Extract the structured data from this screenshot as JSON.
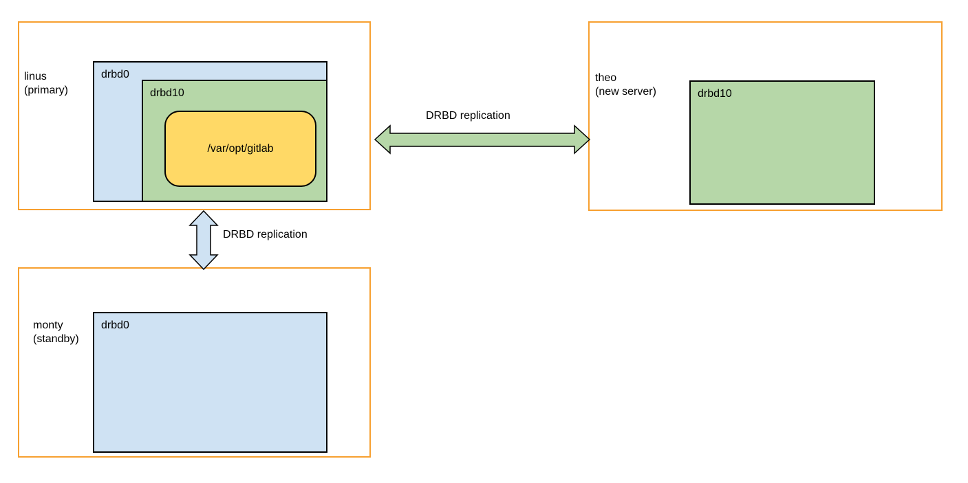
{
  "servers": {
    "linus": {
      "label": "linus\n(primary)"
    },
    "theo": {
      "label": "theo\n(new server)"
    },
    "monty": {
      "label": "monty\n(standby)"
    }
  },
  "volumes": {
    "linus_drbd0": "drbd0",
    "linus_drbd10": "drbd10",
    "theo_drbd10": "drbd10",
    "monty_drbd0": "drbd0"
  },
  "folder": {
    "label": "/var/opt/gitlab"
  },
  "replication": {
    "horizontal_label": "DRBD replication",
    "vertical_label": "DRBD replication"
  },
  "colors": {
    "server_border": "#f7a030",
    "drbd0_fill": "#cfe2f3",
    "drbd10_fill": "#b6d7a8",
    "folder_fill": "#ffd966",
    "horizontal_arrow_fill": "#b6d7a8",
    "vertical_arrow_fill": "#cfe2f3"
  }
}
